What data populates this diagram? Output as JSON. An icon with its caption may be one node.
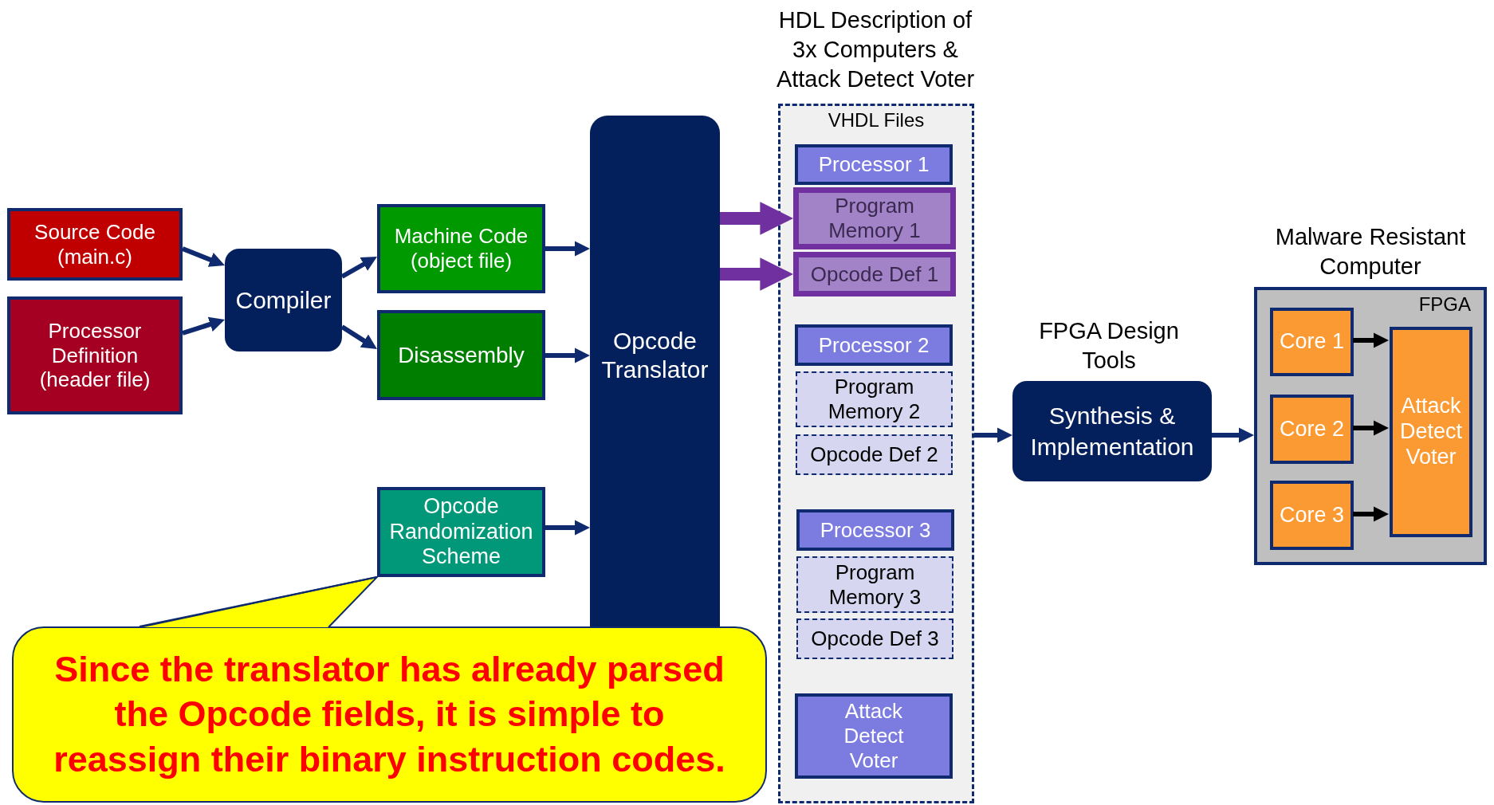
{
  "diagram": {
    "nodes": [
      {
        "text": [
          "Source Code (main.c)"
        ]
      },
      {
        "text": [
          "Processor Definition (header file)"
        ]
      },
      {
        "text": [
          "Compiler"
        ]
      },
      {
        "text": [
          "Machine Code (object file)"
        ]
      },
      {
        "text": [
          "Disassembly"
        ]
      },
      {
        "text": [
          "Opcode Randomization Scheme"
        ]
      },
      {
        "text": [
          "Opcode Translator"
        ]
      },
      {
        "text": [
          "HDL Description of 3x Computers & Attack Detect Voter",
          "VHDL Files"
        ]
      },
      {
        "text": [
          "Processor 1"
        ],
        "in": 7
      },
      {
        "text": [
          "Program Memory 1"
        ],
        "in": 7
      },
      {
        "text": [
          "Opcode Def 1"
        ],
        "in": 7
      },
      {
        "text": [
          "Processor 2"
        ],
        "in": 7
      },
      {
        "text": [
          "Program Memory 2"
        ],
        "in": 7
      },
      {
        "text": [
          "Opcode Def 2"
        ],
        "in": 7
      },
      {
        "text": [
          "Processor 3"
        ],
        "in": 7
      },
      {
        "text": [
          "Program Memory 3"
        ],
        "in": 7
      },
      {
        "text": [
          "Opcode Def 3"
        ],
        "in": 7
      },
      {
        "text": [
          "Attack Detect Voter"
        ],
        "in": 7
      },
      {
        "text": [
          "FPGA Design Tools",
          "Synthesis & Implementation"
        ]
      },
      {
        "text": [
          "Malware Resistant Computer",
          "FPGA"
        ]
      },
      {
        "text": [
          "Core 1"
        ],
        "in": 19
      },
      {
        "text": [
          "Core 2"
        ],
        "in": 19
      },
      {
        "text": [
          "Core 3"
        ],
        "in": 19
      },
      {
        "text": [
          "Attack Detect Voter"
        ],
        "in": 19
      },
      {
        "text": [
          "Since the translator has already parsed the Opcode fields, it is simple to reassign their binary instruction codes."
        ]
      }
    ],
    "edges": [
      {
        "from": 0,
        "to": 2,
        "arrow": "to"
      },
      {
        "from": 1,
        "to": 2,
        "arrow": "to"
      },
      {
        "from": 2,
        "to": 3,
        "arrow": "to"
      },
      {
        "from": 2,
        "to": 4,
        "arrow": "to"
      },
      {
        "from": 3,
        "to": 6,
        "arrow": "to"
      },
      {
        "from": 4,
        "to": 6,
        "arrow": "to"
      },
      {
        "from": 5,
        "to": 6,
        "arrow": "to"
      },
      {
        "from": 6,
        "to": 9,
        "arrow": "to",
        "style": "thick",
        "color": "#7030a0"
      },
      {
        "from": 6,
        "to": 10,
        "arrow": "to",
        "style": "thick",
        "color": "#7030a0"
      },
      {
        "from": 7,
        "to": 18,
        "arrow": "to"
      },
      {
        "from": 18,
        "to": 19,
        "arrow": "to"
      },
      {
        "from": 20,
        "to": 23,
        "arrow": "to",
        "color": "#000000"
      },
      {
        "from": 21,
        "to": 23,
        "arrow": "to",
        "color": "#000000"
      },
      {
        "from": 22,
        "to": 23,
        "arrow": "to",
        "color": "#000000"
      },
      {
        "from": 24,
        "to": 5,
        "arrow": "none"
      }
    ]
  }
}
